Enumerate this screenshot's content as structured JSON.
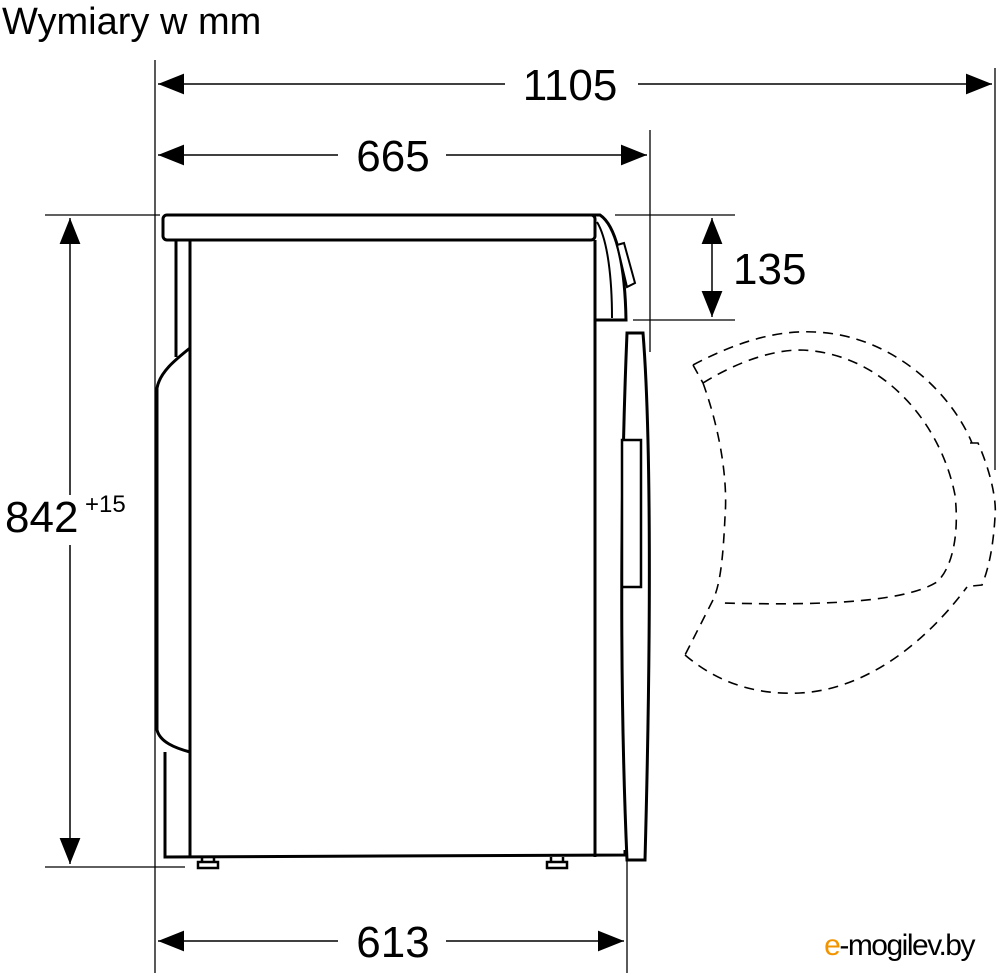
{
  "title": "Wymiary w mm",
  "dimensions": {
    "total_depth_door_open": "1105",
    "depth_with_door": "665",
    "top_panel_height": "135",
    "height": "842",
    "height_tolerance": "+15",
    "body_depth": "613"
  },
  "watermark": {
    "prefix": "e",
    "rest": "-mogilev.by",
    "accent_color": "#f29400"
  }
}
